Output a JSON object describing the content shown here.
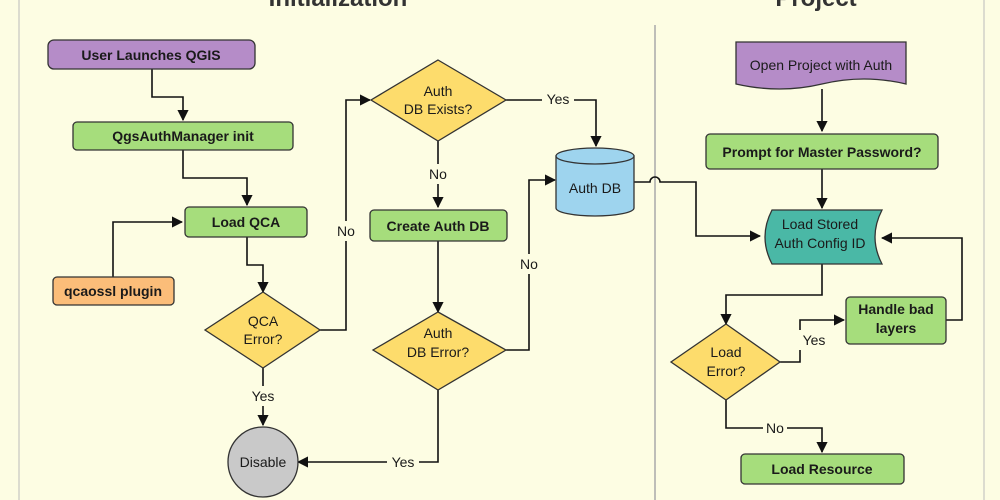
{
  "sections": {
    "left_title": "Initialization",
    "right_title": "Project"
  },
  "nodes": {
    "user_launches": "User Launches QGIS",
    "authmanager_init": "QgsAuthManager init",
    "load_qca": "Load QCA",
    "qcaossl_plugin": "qcaossl plugin",
    "qca_error": [
      "QCA",
      "Error?"
    ],
    "disable": "Disable",
    "auth_db_exists": [
      "Auth",
      "DB Exists?"
    ],
    "create_auth_db": "Create Auth DB",
    "auth_db_error": [
      "Auth",
      "DB Error?"
    ],
    "auth_db": "Auth DB",
    "open_project": "Open Project with Auth",
    "prompt_password": "Prompt for Master Password?",
    "load_stored": [
      "Load Stored",
      "Auth Config ID"
    ],
    "handle_bad": [
      "Handle bad",
      "layers"
    ],
    "load_error": [
      "Load",
      "Error?"
    ],
    "load_resource": "Load Resource"
  },
  "edges": {
    "no_qca": "No",
    "yes_qca": "Yes",
    "yes_exists": "Yes",
    "no_exists": "No",
    "no_db_error": "No",
    "yes_db_error": "Yes",
    "yes_load_error": "Yes",
    "no_load_error": "No"
  },
  "colors": {
    "background": "#fdfde3",
    "green": "#a6dd7c",
    "purple": "#b58cc8",
    "orange": "#fbbd79",
    "yellow": "#fddc6c",
    "blue": "#9ed4ee",
    "teal": "#4ab8a6",
    "gray": "#c9c9c9",
    "divider": "#aaaaaa"
  }
}
